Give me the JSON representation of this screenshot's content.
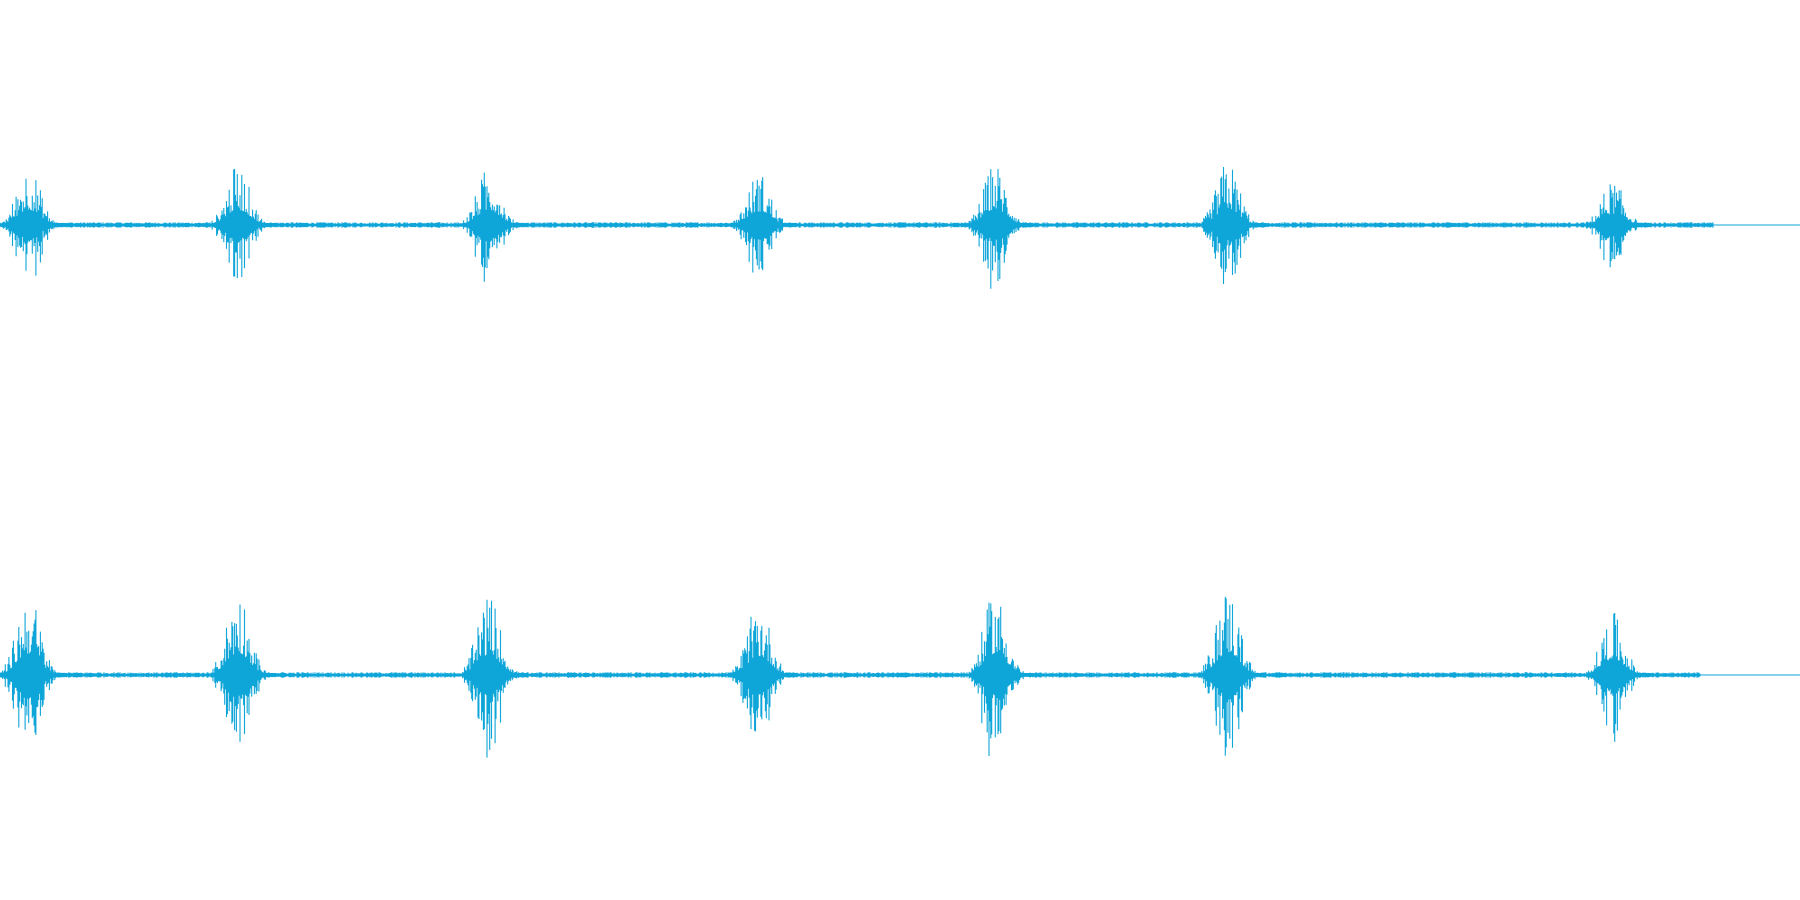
{
  "waveform": {
    "color": "#0ea5d9",
    "channels": [
      {
        "id": "channel-1",
        "bursts": [
          {
            "position": 0.016,
            "amplitude": 0.27
          },
          {
            "position": 0.133,
            "amplitude": 0.27
          },
          {
            "position": 0.273,
            "amplitude": 0.26
          },
          {
            "position": 0.424,
            "amplitude": 0.24
          },
          {
            "position": 0.556,
            "amplitude": 0.28
          },
          {
            "position": 0.686,
            "amplitude": 0.29
          },
          {
            "position": 0.901,
            "amplitude": 0.2
          }
        ],
        "signal_end": 0.957
      },
      {
        "id": "channel-2",
        "bursts": [
          {
            "position": 0.016,
            "amplitude": 0.38
          },
          {
            "position": 0.133,
            "amplitude": 0.39
          },
          {
            "position": 0.273,
            "amplitude": 0.36
          },
          {
            "position": 0.424,
            "amplitude": 0.33
          },
          {
            "position": 0.556,
            "amplitude": 0.38
          },
          {
            "position": 0.686,
            "amplitude": 0.4
          },
          {
            "position": 0.901,
            "amplitude": 0.28
          }
        ],
        "signal_end": 0.95
      }
    ]
  }
}
